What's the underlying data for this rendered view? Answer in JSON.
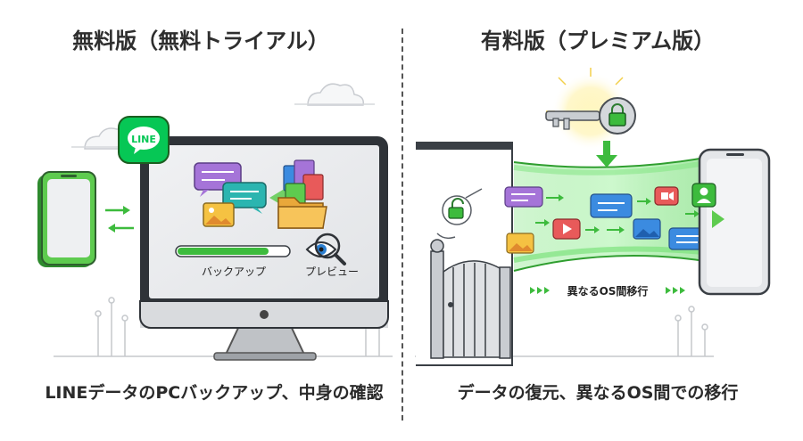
{
  "free_panel": {
    "title": "無料版（無料トライアル）",
    "app_badge": "LINE",
    "backup_label": "バックアップ",
    "preview_label": "プレビュー",
    "caption": "LINEデータのPCバックアップ、中身の確認",
    "backup_progress": 0.82
  },
  "premium_panel": {
    "title": "有料版（プレミアム版）",
    "transfer_label": "異なるOS間移行",
    "caption": "データの復元、異なるOS間での移行"
  },
  "colors": {
    "line_green": "#06c755",
    "accent_green": "#3dbb3d",
    "purple": "#a574d8",
    "teal": "#2bb5b0",
    "blue": "#3b8be0",
    "red": "#e85a5a",
    "yellow_glow": "#ffe68a"
  },
  "icons": [
    "line-app-icon",
    "eye-magnifier-icon",
    "chat-bubble-icon",
    "image-icon",
    "file-icon",
    "folder-icon",
    "key-icon",
    "padlock-icon",
    "video-play-icon",
    "contact-icon",
    "cloud-icon"
  ]
}
